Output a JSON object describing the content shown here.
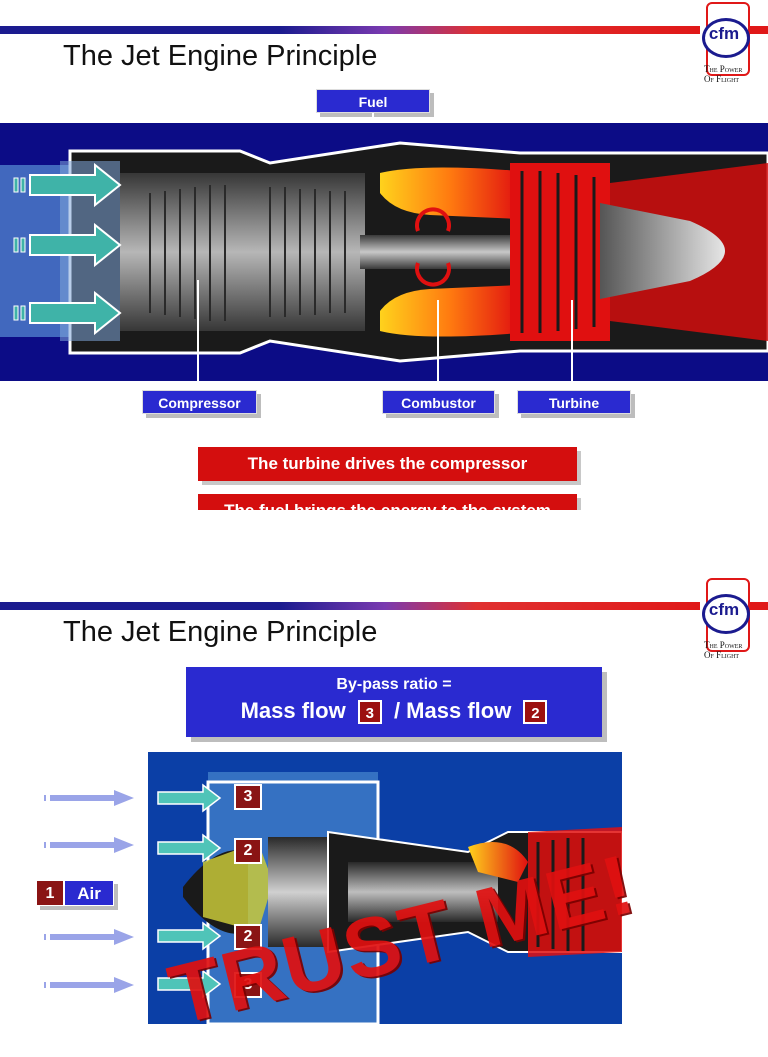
{
  "slide1": {
    "title": "The Jet Engine Principle",
    "logo": {
      "mark": "cfm",
      "tagline": "The Power Of Flight"
    },
    "labels": {
      "fuel": "Fuel",
      "compressor": "Compressor",
      "combustor": "Combustor",
      "turbine": "Turbine"
    },
    "statements": [
      "The turbine drives the compressor",
      "The fuel brings the energy to the system"
    ]
  },
  "slide2": {
    "title": "The Jet Engine Principle",
    "logo": {
      "mark": "cfm",
      "tagline": "The Power Of Flight"
    },
    "bypass": {
      "line1": "By-pass ratio =",
      "mass_flow_a": "Mass flow",
      "num_a": "3",
      "separator": "/ Mass flow",
      "num_b": "2"
    },
    "air_badge": {
      "num": "1",
      "label": "Air"
    },
    "flow_numbers": [
      "3",
      "2",
      "2",
      "3"
    ],
    "stamp": "TRUST ME!"
  },
  "colors": {
    "brand_blue": "#1b1b8f",
    "label_blue": "#2a2ad0",
    "accent_red": "#d40e0e",
    "engine_bg": "#0c0c86"
  }
}
